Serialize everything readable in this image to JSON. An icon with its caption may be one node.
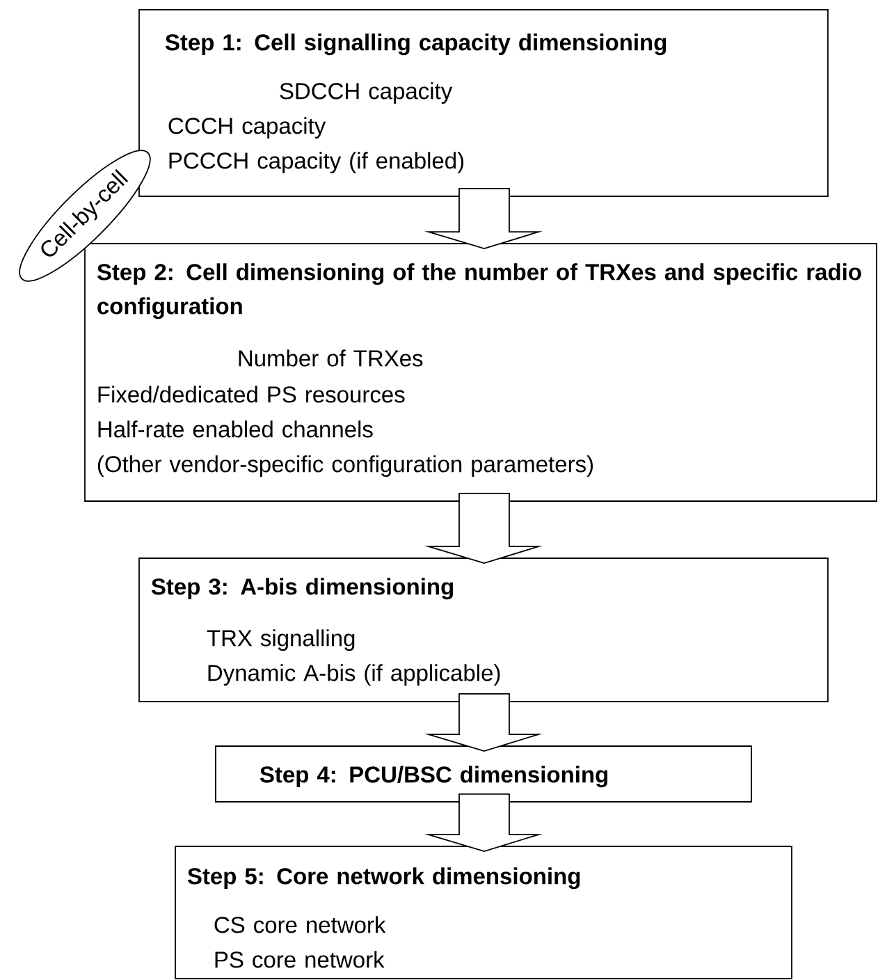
{
  "diagram": {
    "nodes": [
      {
        "text": [
          "Step 1: Cell signalling capacity dimensioning",
          "SDCCH capacity",
          "CCCH capacity",
          "PCCCH capacity (if enabled)"
        ]
      },
      {
        "text": [
          "Cell-by-cell"
        ]
      },
      {
        "text": [
          "Step 2: Cell dimensioning of the number of TRXes and specific radio configuration",
          "Number of TRXes",
          "Fixed/dedicated PS resources",
          "Half-rate enabled channels",
          "(Other vendor-specific configuration parameters)"
        ]
      },
      {
        "text": [
          "Step 3: A-bis dimensioning",
          "TRX signalling",
          "Dynamic A-bis (if applicable)"
        ]
      },
      {
        "text": [
          "Step 4: PCU/BSC dimensioning"
        ]
      },
      {
        "text": [
          "Step 5: Core network dimensioning",
          "CS core network",
          "PS core network"
        ]
      }
    ],
    "edges": [
      {
        "from": 0,
        "to": 2,
        "arrow": "to"
      },
      {
        "from": 2,
        "to": 3,
        "arrow": "to"
      },
      {
        "from": 3,
        "to": 4,
        "arrow": "to"
      },
      {
        "from": 4,
        "to": 5,
        "arrow": "to"
      }
    ]
  }
}
